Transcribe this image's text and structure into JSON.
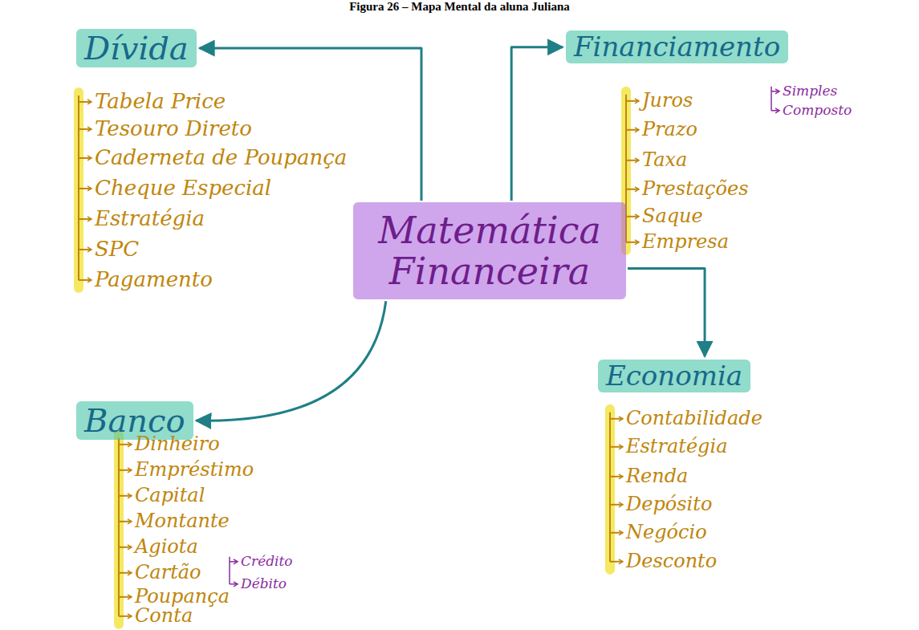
{
  "diagram": {
    "title": "Figura 26 – Mapa Mental da aluna Juliana",
    "nodes": [
      {
        "text": [
          "Dívida"
        ]
      },
      {
        "text": [
          "Financiamento"
        ]
      },
      {
        "text": [
          "Matemática Financeira"
        ]
      },
      {
        "text": [
          "Economia"
        ]
      },
      {
        "text": [
          "Banco"
        ]
      }
    ],
    "edges": [
      {
        "from": 2,
        "to": 0,
        "arrow": "to"
      },
      {
        "from": 2,
        "to": 1,
        "arrow": "to"
      },
      {
        "from": 2,
        "to": 3,
        "arrow": "to"
      },
      {
        "from": 2,
        "to": 4,
        "arrow": "to"
      }
    ],
    "labels": [
      "Tabela Price",
      "Tesouro Direto",
      "Caderneta de Poupança",
      "Cheque Especial",
      "Estratégia",
      "SPC",
      "Pagamento",
      "Juros",
      "Simples",
      "Composto",
      "Prazo",
      "Taxa",
      "Prestações",
      "Saque",
      "Empresa",
      "Contabilidade",
      "Estratégia",
      "Renda",
      "Depósito",
      "Negócio",
      "Desconto",
      "Dinheiro",
      "Empréstimo",
      "Capital",
      "Montante",
      "Agiota",
      "Cartão",
      "Crédito",
      "Débito",
      "Poupança",
      "Conta"
    ]
  }
}
